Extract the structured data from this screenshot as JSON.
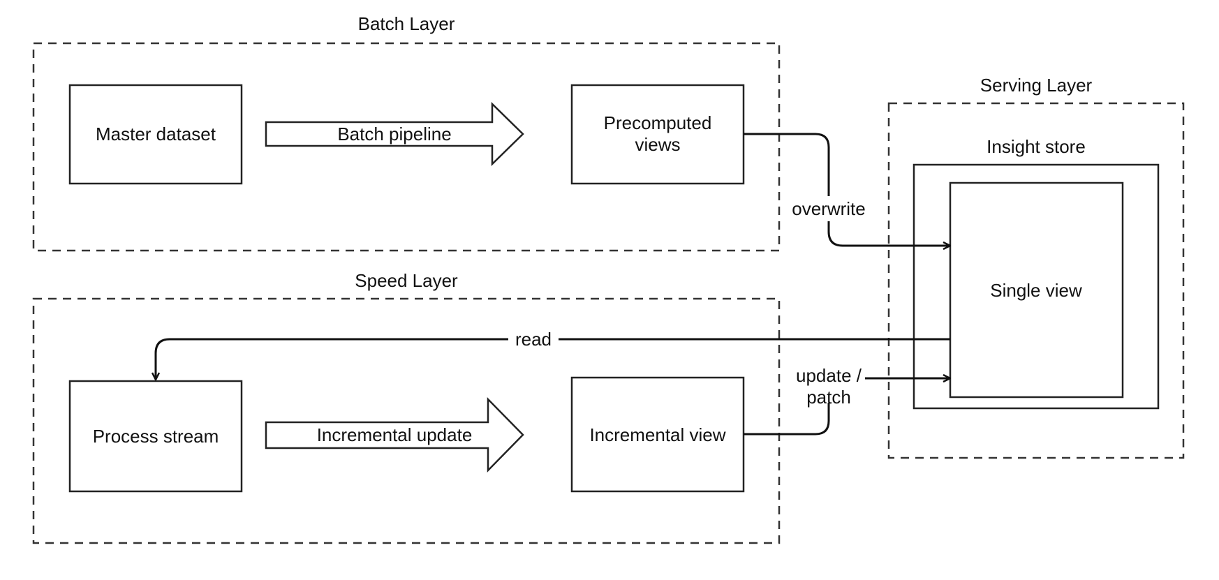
{
  "layers": {
    "batch": "Batch Layer",
    "speed": "Speed Layer",
    "serving": "Serving Layer"
  },
  "nodes": {
    "master_dataset": "Master dataset",
    "precomputed_views_line1": "Precomputed",
    "precomputed_views_line2": "views",
    "process_stream": "Process stream",
    "incremental_view": "Incremental view",
    "insight_store": "Insight store",
    "single_view": "Single view"
  },
  "arrows": {
    "batch_pipeline": "Batch pipeline",
    "incremental_update": "Incremental update"
  },
  "edges": {
    "overwrite": "overwrite",
    "read": "read",
    "update_line1": "update /",
    "update_line2": "patch"
  },
  "colors": {
    "stroke": "#222222",
    "background": "#ffffff"
  }
}
